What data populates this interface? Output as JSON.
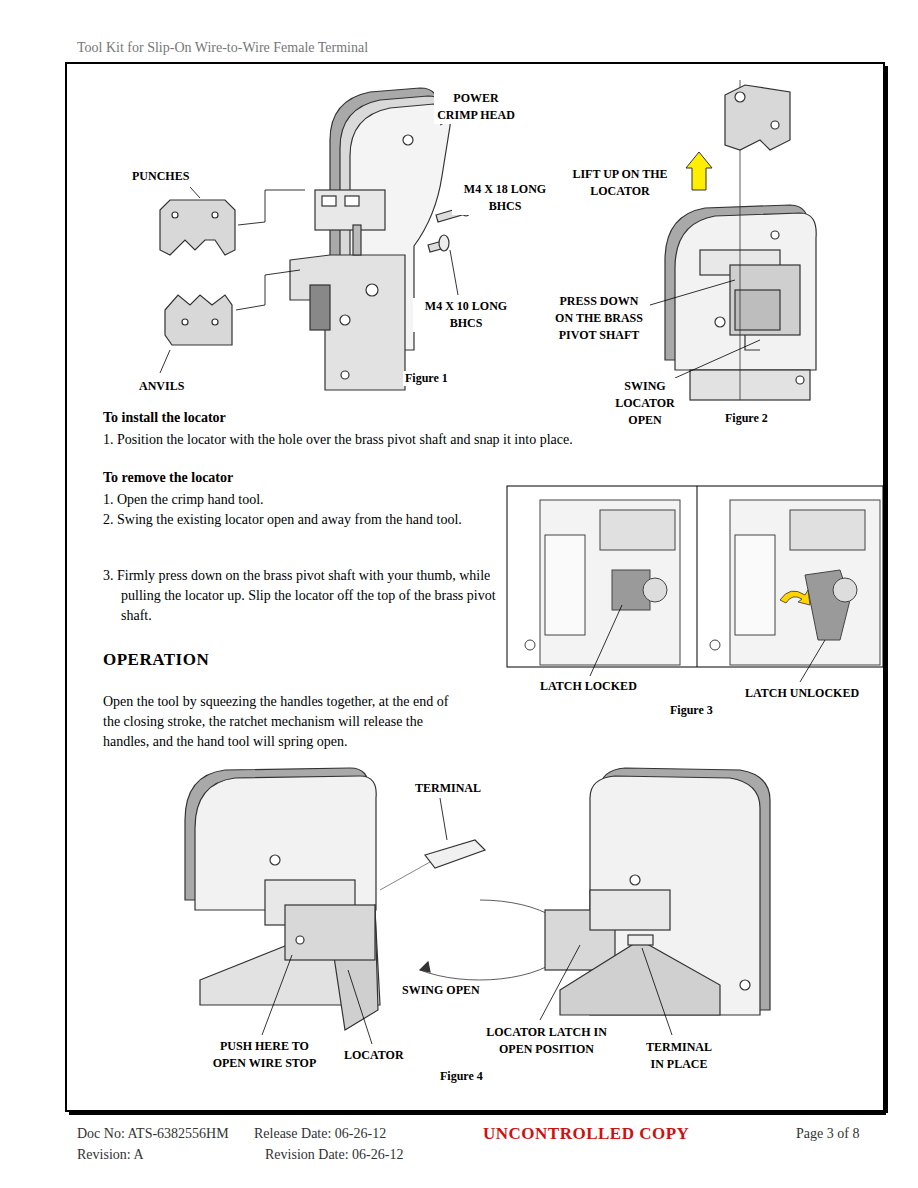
{
  "diagram": {
    "title": "Tool Kit for Slip-On Wire-to-Wire Female Terminal",
    "labels": [
      "POWER CRIMP HEAD",
      "PUNCHES",
      "M4 X 18 LONG BHCS",
      "M4 X 10 LONG BHCS",
      "ANVILS",
      "Figure 1",
      "LIFT UP ON THE LOCATOR",
      "PRESS DOWN ON THE BRASS PIVOT SHAFT",
      "SWING LOCATOR OPEN",
      "Figure 2",
      "To install the locator",
      "1. Position the locator with the hole over the brass pivot shaft and snap it into place.",
      "To remove the locator",
      "1. Open the crimp hand tool.",
      "2. Swing the existing locator open and away from the hand tool.",
      "3. Firmly press down on the brass pivot shaft with your thumb, while pulling the locator up. Slip the locator off the top of the brass pivot shaft.",
      "OPERATION",
      "Open the tool by squeezing the handles together, at the end of the closing stroke, the ratchet mechanism will release the handles, and the hand tool will spring open.",
      "LATCH LOCKED",
      "LATCH UNLOCKED",
      "Figure 3",
      "TERMINAL",
      "SWING OPEN",
      "PUSH HERE TO OPEN WIRE STOP",
      "LOCATOR",
      "LOCATOR LATCH IN OPEN POSITION",
      "TERMINAL IN PLACE",
      "Figure 4",
      "Doc No: ATS-6382556HM",
      "Release Date: 06-26-12",
      "UNCONTROLLED COPY",
      "Page 3 of 8",
      "Revision: A",
      "Revision Date: 06-26-12"
    ]
  }
}
